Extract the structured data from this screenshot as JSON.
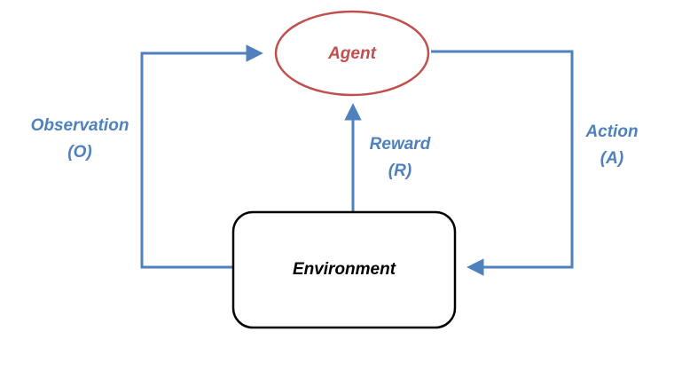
{
  "diagram": {
    "title": "agent-environment-loop",
    "colors": {
      "edge_blue": "#4f81bd",
      "agent_red": "#c0504d",
      "environment_black": "#000000",
      "background": "#ffffff"
    },
    "nodes": {
      "agent": {
        "label": "Agent",
        "shape": "ellipse",
        "stroke": "#c0504d",
        "text_color": "#c0504d"
      },
      "environment": {
        "label": "Environment",
        "shape": "rounded-rect",
        "stroke": "#000000",
        "text_color": "#000000"
      }
    },
    "edges": {
      "observation": {
        "label_line1": "Observation",
        "label_line2": "(O)",
        "from": "environment",
        "to": "agent",
        "color": "#4f81bd"
      },
      "reward": {
        "label_line1": "Reward",
        "label_line2": "(R)",
        "from": "environment",
        "to": "agent",
        "color": "#4f81bd"
      },
      "action": {
        "label_line1": "Action",
        "label_line2": "(A)",
        "from": "agent",
        "to": "environment",
        "color": "#4f81bd"
      }
    }
  }
}
